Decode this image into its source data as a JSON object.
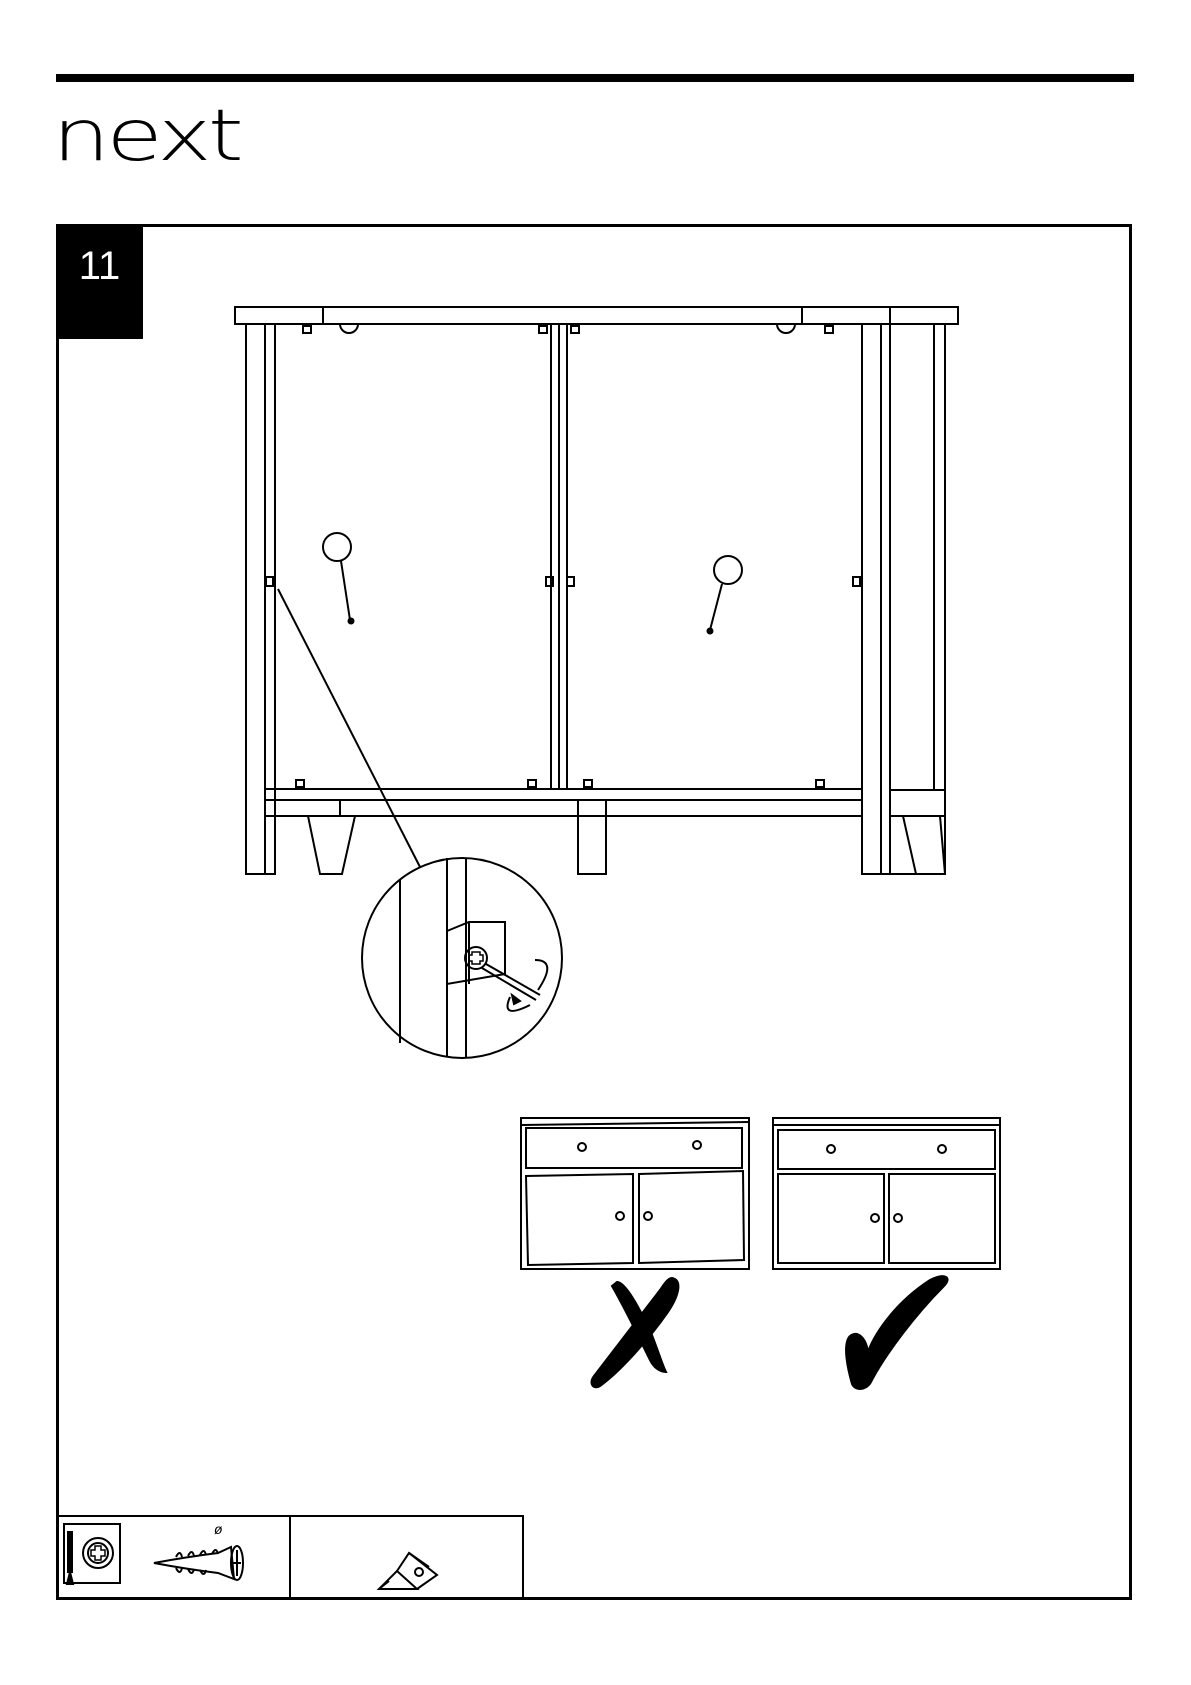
{
  "brand": {
    "logo_text": "next"
  },
  "step": {
    "number": "11"
  },
  "parts": {
    "screw_label": "ø",
    "icons": [
      "screwdriver-icon",
      "phillips-head-icon",
      "screw-icon",
      "corner-block-icon"
    ]
  },
  "marks": {
    "wrong": "✗",
    "correct": "✓"
  }
}
